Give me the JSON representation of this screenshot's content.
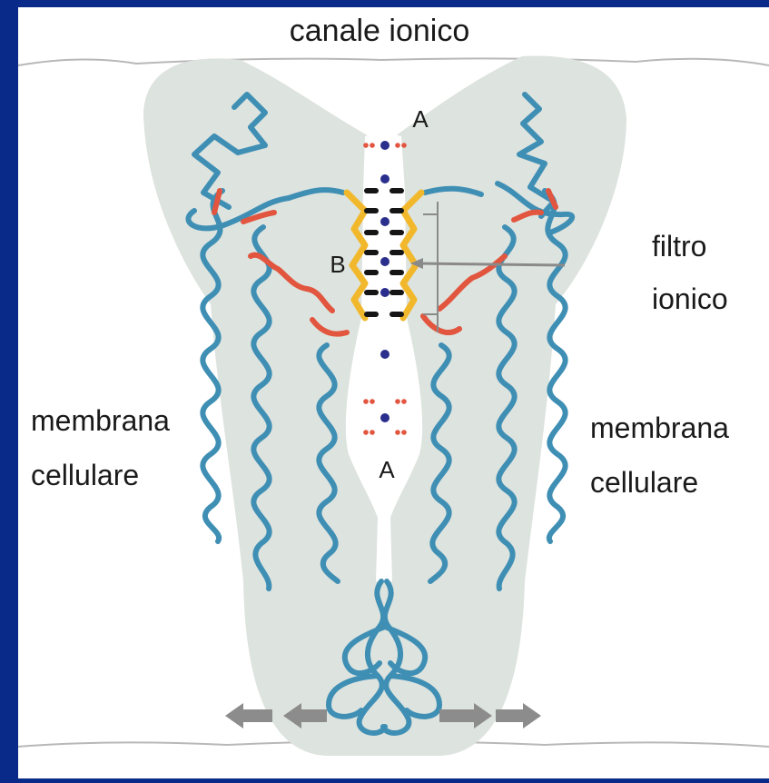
{
  "labels": {
    "title": "canale ionico",
    "filter_line1": "filtro",
    "filter_line2": "ionico",
    "membrane_left_line1": "membrana",
    "membrane_left_line2": "cellulare",
    "membrane_right_line1": "membrana",
    "membrane_right_line2": "cellulare",
    "site_top": "A",
    "site_middle": "B",
    "site_bottom": "A"
  },
  "colors": {
    "background": "#0a2a8a",
    "panel": "#ffffff",
    "protein": "#dde3de",
    "helix": "#3f8fb5",
    "loop": "#e2553f",
    "filter": "#f2b82c",
    "carbonyl": "#151515",
    "ion": "#2a2e8c",
    "water": "#e2553f",
    "arrow": "#8c8c8c"
  }
}
